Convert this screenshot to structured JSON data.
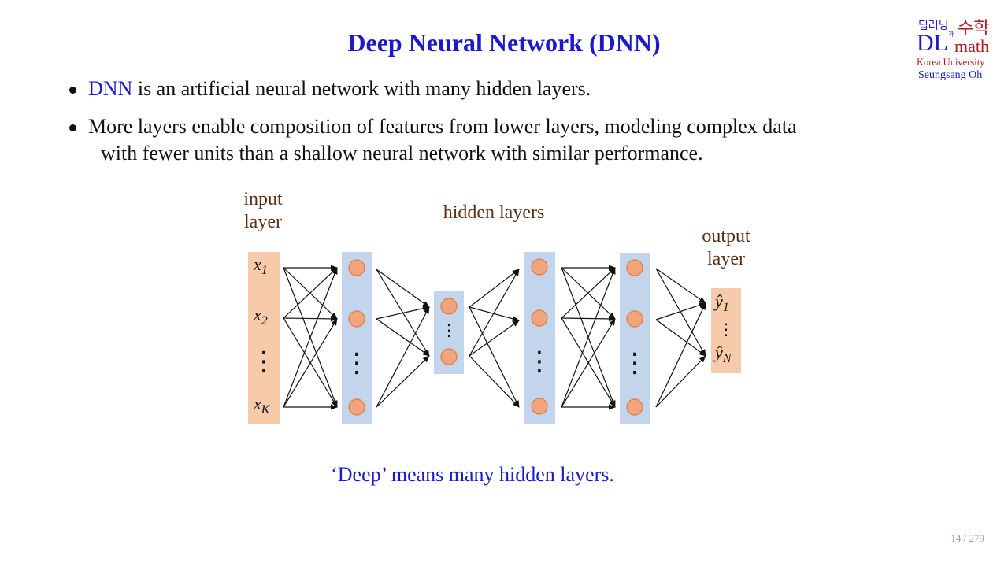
{
  "slide": {
    "title": "Deep Neural Network (DNN)",
    "bullets": [
      {
        "highlight": "DNN",
        "text": " is an artificial neural network with many hidden layers."
      },
      {
        "line1": "More layers enable composition of features from lower layers, modeling complex data",
        "line2": "with fewer units than a shallow neural network with similar performance."
      }
    ],
    "caption": "‘Deep’ means many hidden layers.",
    "page_number": "14 / 279"
  },
  "logo": {
    "korean_small": "딥러닝",
    "gwa": "과",
    "korean_big": "수학",
    "dl": "DL",
    "math": "math",
    "university": "Korea University",
    "author": "Seungsang Oh"
  },
  "diagram": {
    "labels": {
      "input_layer": [
        "input",
        "layer"
      ],
      "hidden_layers": "hidden layers",
      "output_layer": [
        "output",
        "layer"
      ]
    },
    "input_nodes": [
      {
        "var": "x",
        "sub": "1"
      },
      {
        "var": "x",
        "sub": "2"
      },
      {
        "var": "x",
        "sub": "K"
      }
    ],
    "output_nodes": [
      {
        "var": "ŷ",
        "sub": "1"
      },
      {
        "var": "ŷ",
        "sub": "N"
      }
    ],
    "ellipsis": "⋮",
    "colors": {
      "input_output_fill": "#f7cba9",
      "hidden_fill": "#c3d5ec",
      "neuron_fill": "#f2a57c",
      "neuron_stroke": "#e07a40",
      "arrow": "#111111"
    }
  }
}
